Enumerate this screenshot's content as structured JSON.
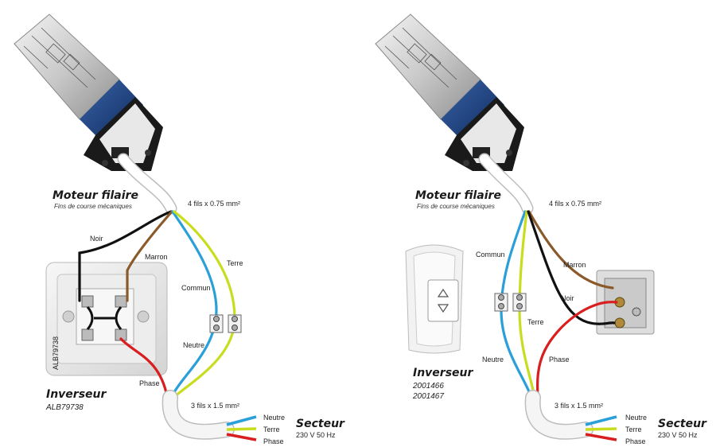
{
  "colors": {
    "noir": "#111111",
    "marron": "#8a5a2b",
    "bleu": "#2a9fd8",
    "vert_jaune": "#c8dd1e",
    "rouge": "#d81e1e",
    "motor_blue": "#1e3f78"
  },
  "left_diagram": {
    "motor_title": "Moteur filaire",
    "motor_subtitle": "Fins de course mécaniques",
    "cable_top": "4 fils x 0.75 mm²",
    "wire_noir": "Noir",
    "wire_marron": "Marron",
    "wire_commun": "Commun",
    "wire_terre": "Terre",
    "wire_neutre": "Neutre",
    "wire_phase": "Phase",
    "switch_title": "Inverseur",
    "switch_ref": "ALB79738",
    "switch_printed_ref": "ALB79738",
    "cable_bottom": "3 fils x 1.5 mm²",
    "out_neutre": "Neutre",
    "out_terre": "Terre",
    "out_phase": "Phase",
    "mains_title": "Secteur",
    "mains_spec": "230 V 50 Hz"
  },
  "right_diagram": {
    "motor_title": "Moteur filaire",
    "motor_subtitle": "Fins de course mécaniques",
    "cable_top": "4 fils x 0.75 mm²",
    "wire_commun": "Commun",
    "wire_marron": "Marron",
    "wire_noir": "Noir",
    "wire_terre": "Terre",
    "wire_neutre": "Neutre",
    "wire_phase": "Phase",
    "switch_title": "Inverseur",
    "switch_ref_1": "2001466",
    "switch_ref_2": "2001467",
    "cable_bottom": "3 fils x 1.5 mm²",
    "out_neutre": "Neutre",
    "out_terre": "Terre",
    "out_phase": "Phase",
    "mains_title": "Secteur",
    "mains_spec": "230 V 50 Hz"
  }
}
